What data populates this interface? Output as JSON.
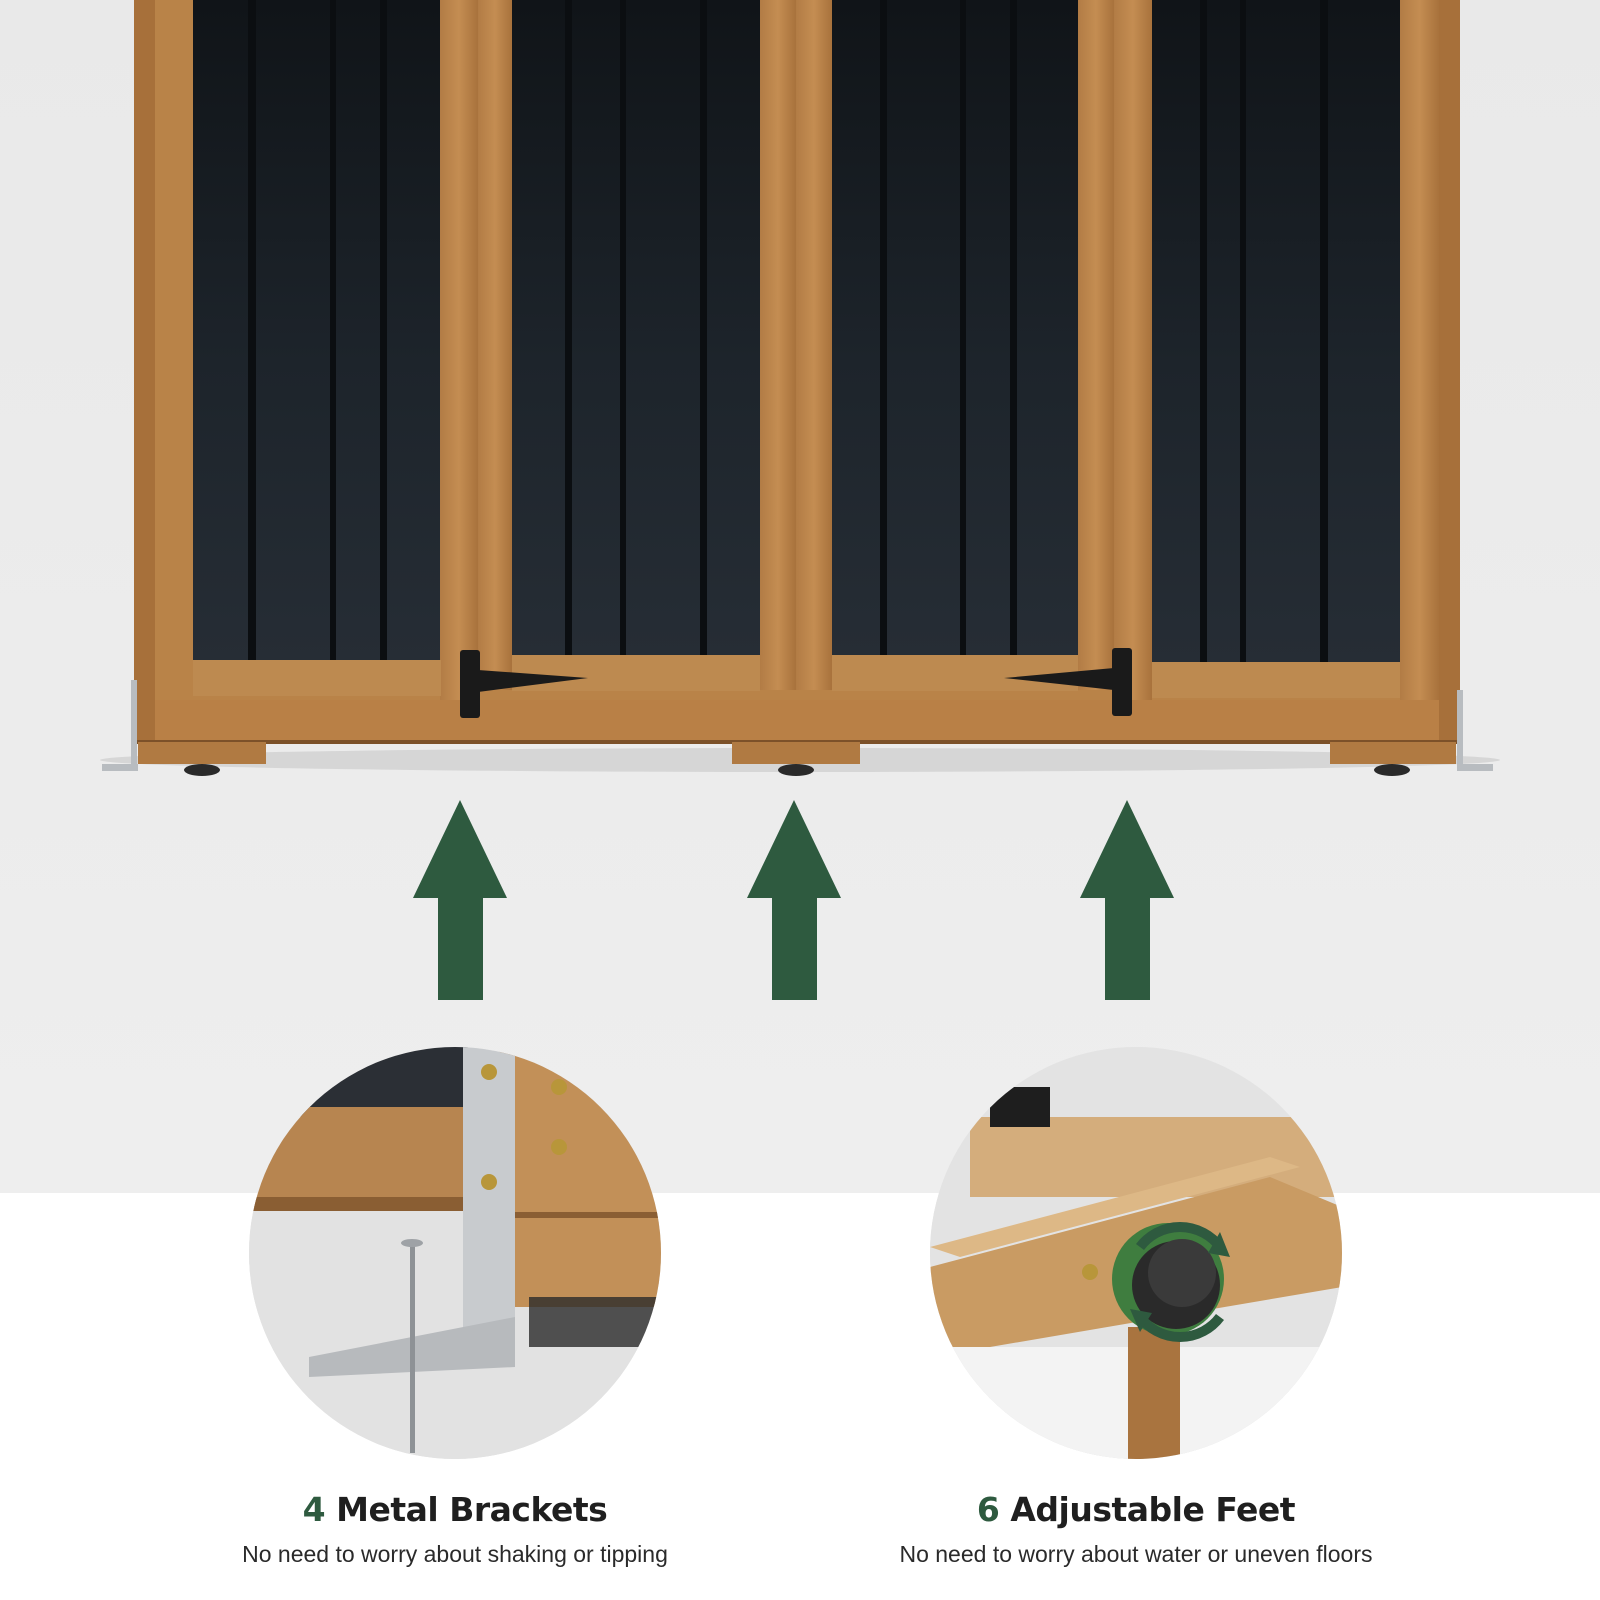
{
  "accent_color": "#2e5a3f",
  "text_color": "#1f1f1f",
  "features": [
    {
      "count": "4",
      "title": "Metal Brackets",
      "subtitle": "No need to worry about shaking or tipping",
      "icon": "metal-bracket-icon"
    },
    {
      "count": "6",
      "title": "Adjustable Feet",
      "subtitle": "No need to worry about water or uneven floors",
      "icon": "adjustable-foot-icon"
    }
  ]
}
